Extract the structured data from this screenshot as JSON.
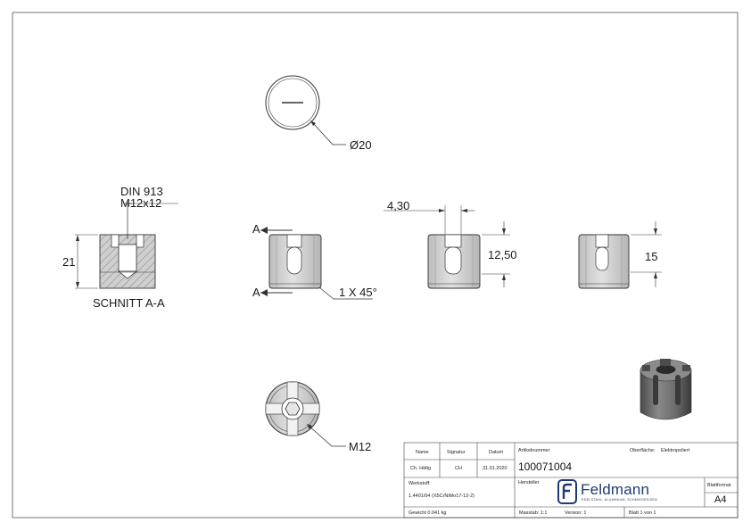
{
  "drawing": {
    "top_view": {
      "dimension": "Ø20"
    },
    "section": {
      "thread_std": "DIN 913",
      "thread_size": "M12x12",
      "height": "21",
      "caption": "SCHNITT A-A"
    },
    "front_view": {
      "cut_marker_top": "A",
      "cut_marker_bottom": "A",
      "chamfer": "1 X 45°"
    },
    "side_view_1": {
      "slot_width": "4,30",
      "slot_depth": "12,50"
    },
    "side_view_2": {
      "depth": "15"
    },
    "bottom_view": {
      "thread": "M12"
    }
  },
  "title_block": {
    "col_name": "Name",
    "col_signature": "Signatur",
    "col_date": "Datum",
    "drawer_name": "Ch. Häfig",
    "drawer_signature": "CH",
    "drawer_date": "31.01.2020",
    "material_label": "Werkstoff:",
    "material_value": "1.4401/04 (X5CrNiMo17-12-2)",
    "weight": "Gewicht 0.041 kg",
    "article_label": "Artikelnummer",
    "article_number": "100071004",
    "surface_label": "Oberfläche:",
    "surface_value": "Elektropoliert",
    "manufacturer_label": "Hersteller",
    "logo_text": "Feldmann",
    "logo_subtitle": "EDELSTAHL, ALUMINIUM, SCHMIEDEEISEN",
    "sheet_format_label": "Blattformat",
    "sheet_format_value": "A4",
    "scale": "Masstab: 1:1",
    "version": "Version: 1",
    "sheet": "Blatt 1 von 1"
  },
  "colors": {
    "line": "#333333",
    "part_fill": "#d3d3d3",
    "logo": "#1f3a73"
  }
}
